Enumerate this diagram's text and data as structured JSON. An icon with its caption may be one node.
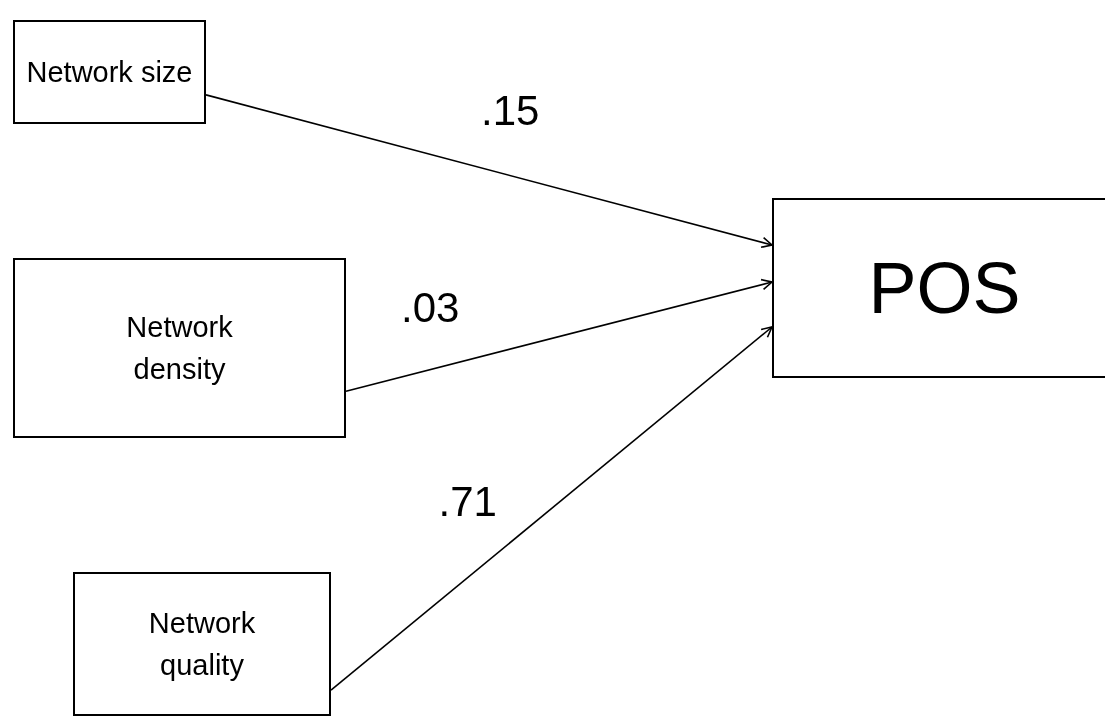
{
  "diagram": {
    "nodes": [
      {
        "text": [
          "Network size"
        ]
      },
      {
        "text": [
          "Network density"
        ]
      },
      {
        "text": [
          "Network quality"
        ]
      },
      {
        "text": [
          "POS"
        ]
      }
    ],
    "edges": [
      {
        "from": 0,
        "to": 3,
        "arrow": "to",
        "label": ".15"
      },
      {
        "from": 1,
        "to": 3,
        "arrow": "to",
        "label": ".03"
      },
      {
        "from": 2,
        "to": 3,
        "arrow": "to",
        "label": ".71"
      }
    ]
  }
}
